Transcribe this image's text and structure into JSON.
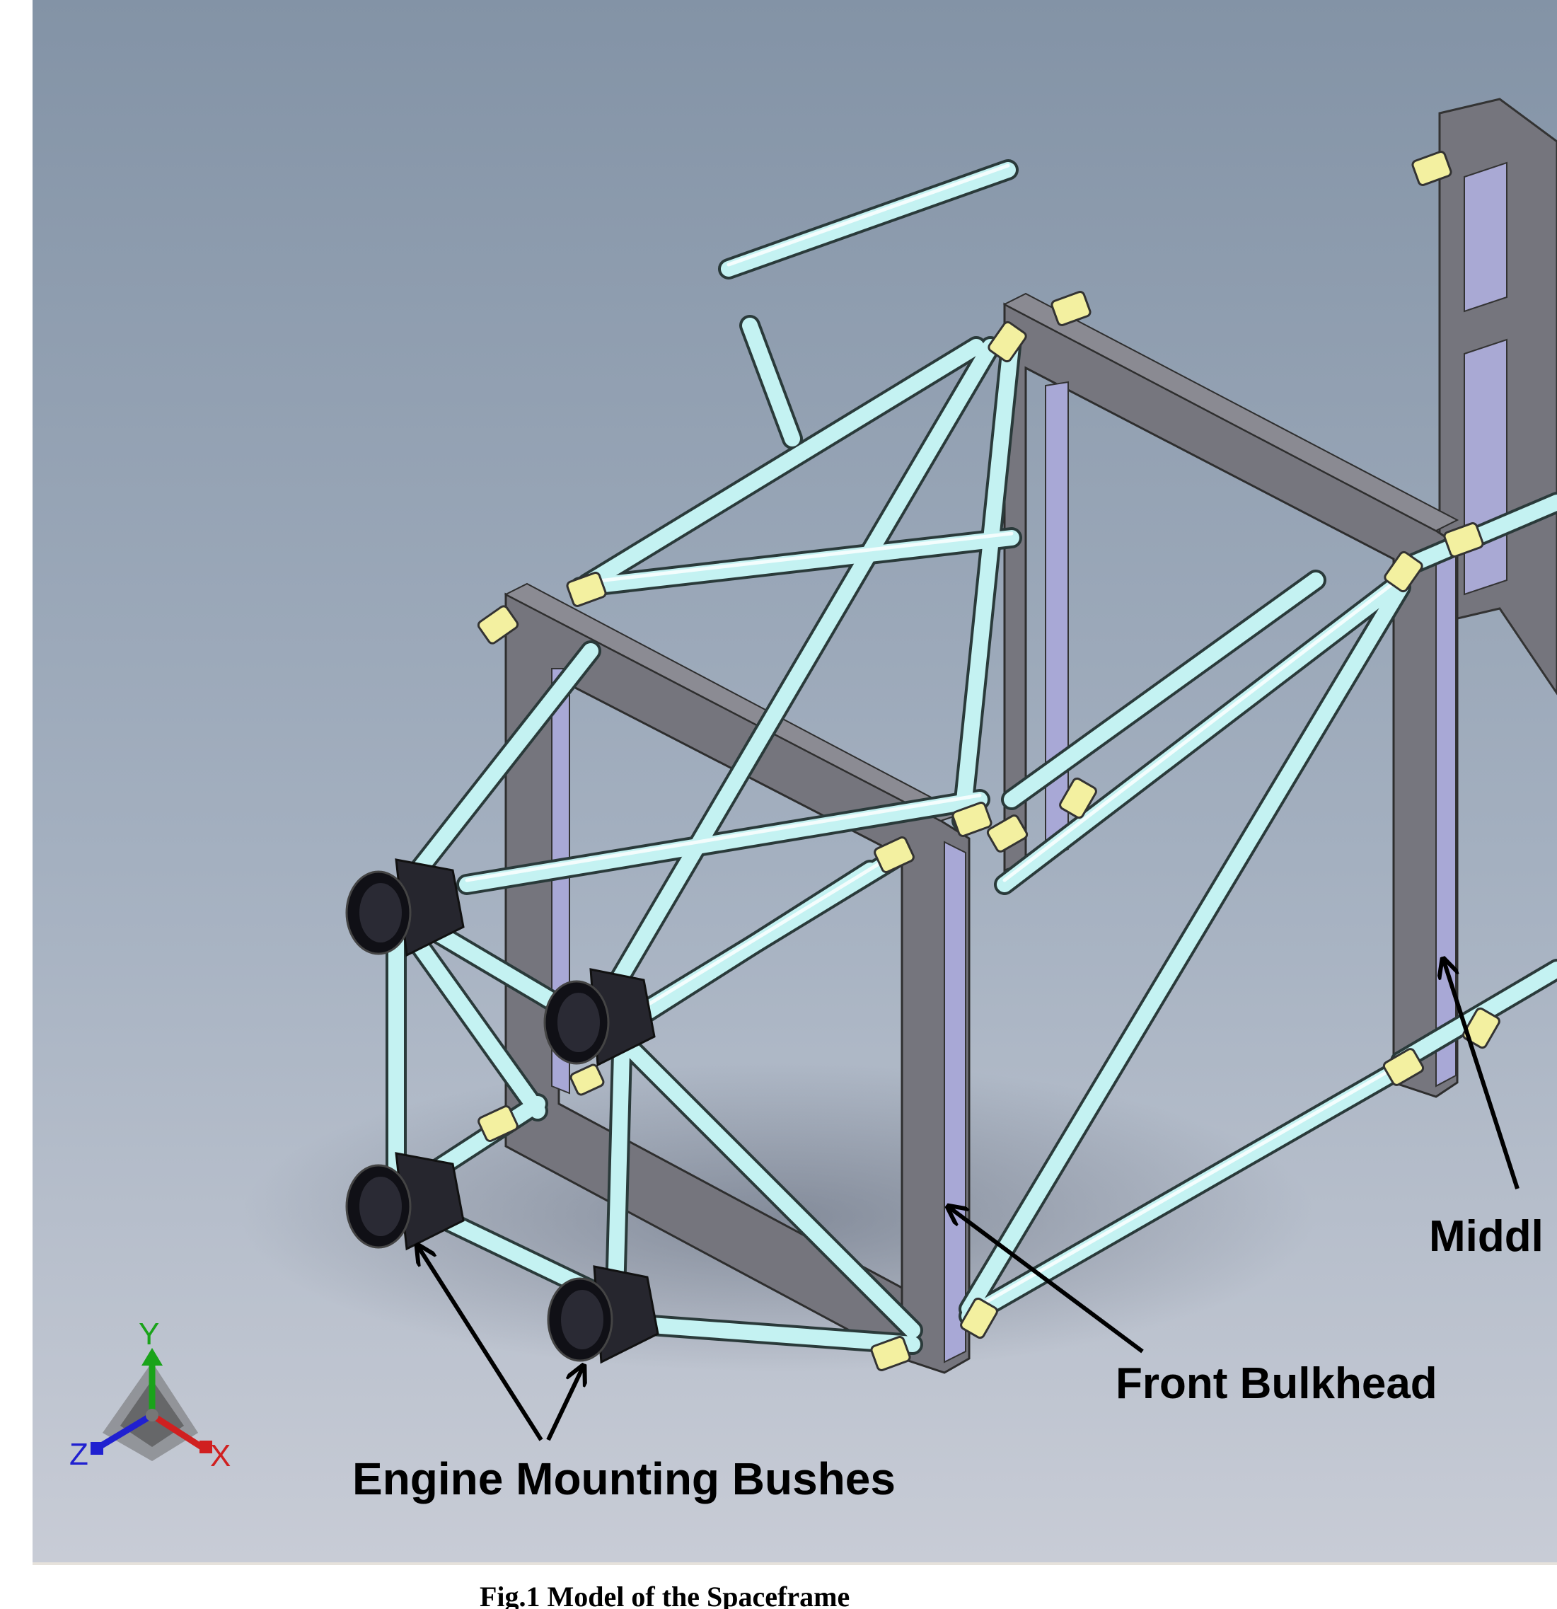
{
  "labels": {
    "engine_mounting_bushes": "Engine Mounting Bushes",
    "front_bulkhead": "Front Bulkhead",
    "middle_bulkhead_partial": "Middl"
  },
  "caption": "Fig.1 Model of the Spaceframe",
  "triad": {
    "y": "Y",
    "z": "Z",
    "x": "X",
    "colors": {
      "y": "#1aa31a",
      "z": "#2020d0",
      "x": "#d02020"
    }
  },
  "colors": {
    "tube": "#bff0f0",
    "bulkhead": "#7a7a82",
    "bulkhead_edge": "#b3b3dd",
    "collar": "#f2ef9a",
    "bush": "#2a2a32",
    "background_top": "#8595a8",
    "background_bottom": "#c9ced8"
  }
}
